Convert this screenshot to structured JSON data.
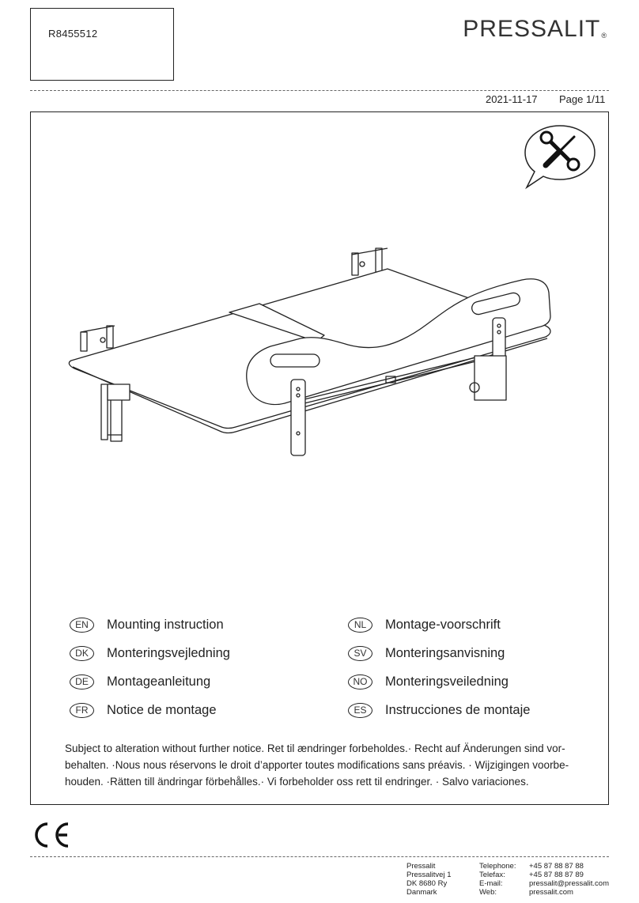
{
  "header": {
    "reference": "R8455512",
    "brand": "PRESSALIT",
    "brand_mark": "®",
    "date": "2021-11-17",
    "page": "Page 1/11"
  },
  "icons": {
    "tools": "screwdriver-and-wrench-icon",
    "ce": "ce-mark-icon"
  },
  "languages": [
    {
      "code": "EN",
      "title": "Mounting instruction"
    },
    {
      "code": "DK",
      "title": "Monteringsvejledning"
    },
    {
      "code": "DE",
      "title": "Montageanleitung"
    },
    {
      "code": "FR",
      "title": "Notice de montage"
    },
    {
      "code": "NL",
      "title": "Montage-voorschrift"
    },
    {
      "code": "SV",
      "title": "Monteringsanvisning"
    },
    {
      "code": "NO",
      "title": "Monteringsveiledning"
    },
    {
      "code": "ES",
      "title": "Instrucciones de montaje"
    }
  ],
  "notice": {
    "line1": "Subject to alteration without further notice. Ret til ændringer forbeholdes.· Recht auf Änderungen sind vor-",
    "line2": "behalten. ·Nous nous réservons le droit d’apporter toutes modifications sans préavis. · Wijzigingen voorbe-",
    "line3": "houden. ·Rätten till ändringar förbehålles.· Vi forbeholder oss rett til endringer. · Salvo variaciones."
  },
  "footer": {
    "address": [
      "Pressalit",
      "Pressalitvej 1",
      "DK 8680 Ry",
      "Danmark"
    ],
    "contact_labels": [
      "Telephone:",
      "Telefax:",
      "E-mail:",
      "Web:"
    ],
    "contact_values": [
      "+45 87 88 87 88",
      "+45 87 88 87 89",
      "pressalit@pressalit.com",
      "pressalit.com"
    ]
  },
  "colors": {
    "line": "#222222",
    "text": "#222222"
  }
}
